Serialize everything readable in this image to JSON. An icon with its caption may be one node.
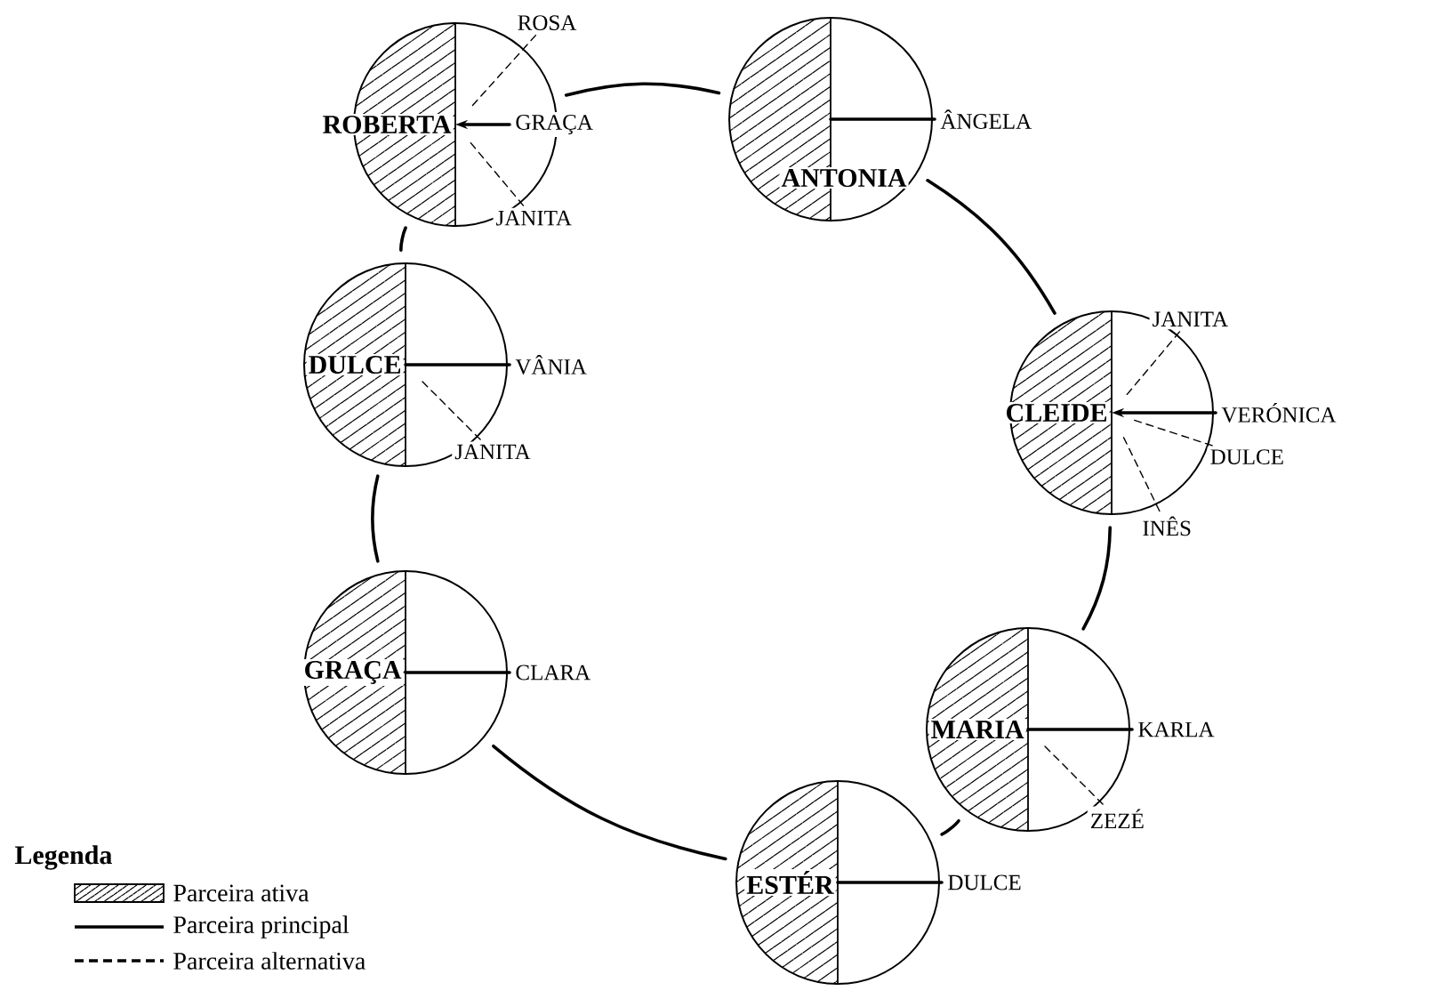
{
  "diagram": {
    "nodes": [
      {
        "text": [
          "ROBERTA"
        ]
      },
      {
        "text": [
          "ROSA"
        ]
      },
      {
        "text": [
          "GRAÇA"
        ]
      },
      {
        "text": [
          "JANITA"
        ]
      },
      {
        "text": [
          "ANTONIA"
        ]
      },
      {
        "text": [
          "ÂNGELA"
        ]
      },
      {
        "text": [
          "DULCE"
        ]
      },
      {
        "text": [
          "VÂNIA"
        ]
      },
      {
        "text": [
          "JANITA"
        ]
      },
      {
        "text": [
          "CLEIDE"
        ]
      },
      {
        "text": [
          "JANITA"
        ]
      },
      {
        "text": [
          "VERÓNICA"
        ]
      },
      {
        "text": [
          "DULCE"
        ]
      },
      {
        "text": [
          "INÊS"
        ]
      },
      {
        "text": [
          "GRAÇA"
        ]
      },
      {
        "text": [
          "CLARA"
        ]
      },
      {
        "text": [
          "MARIA"
        ]
      },
      {
        "text": [
          "KARLA"
        ]
      },
      {
        "text": [
          "ZEZÉ"
        ]
      },
      {
        "text": [
          "ESTÉR"
        ]
      },
      {
        "text": [
          "DULCE"
        ]
      }
    ],
    "edges": [
      {
        "from": 0,
        "to": 4,
        "arrow": "none"
      },
      {
        "from": 4,
        "to": 9,
        "arrow": "none"
      },
      {
        "from": 9,
        "to": 16,
        "arrow": "none"
      },
      {
        "from": 16,
        "to": 19,
        "arrow": "none"
      },
      {
        "from": 19,
        "to": 14,
        "arrow": "none"
      },
      {
        "from": 14,
        "to": 6,
        "arrow": "none"
      },
      {
        "from": 6,
        "to": 0,
        "arrow": "none"
      },
      {
        "from": 1,
        "to": 0,
        "arrow": "none",
        "style": "dashed"
      },
      {
        "from": 2,
        "to": 0,
        "arrow": "to"
      },
      {
        "from": 3,
        "to": 0,
        "arrow": "none",
        "style": "dashed"
      },
      {
        "from": 5,
        "to": 4,
        "arrow": "none"
      },
      {
        "from": 7,
        "to": 6,
        "arrow": "none"
      },
      {
        "from": 8,
        "to": 6,
        "arrow": "none",
        "style": "dashed"
      },
      {
        "from": 10,
        "to": 9,
        "arrow": "none",
        "style": "dashed"
      },
      {
        "from": 11,
        "to": 9,
        "arrow": "to"
      },
      {
        "from": 12,
        "to": 9,
        "arrow": "none",
        "style": "dashed"
      },
      {
        "from": 13,
        "to": 9,
        "arrow": "none",
        "style": "dashed"
      },
      {
        "from": 15,
        "to": 14,
        "arrow": "none"
      },
      {
        "from": 17,
        "to": 16,
        "arrow": "none"
      },
      {
        "from": 18,
        "to": 16,
        "arrow": "none",
        "style": "dashed"
      },
      {
        "from": 20,
        "to": 19,
        "arrow": "none"
      }
    ],
    "labels": [
      "Legenda"
    ],
    "legend": [
      {
        "text": "Parceira ativa"
      },
      {
        "text": "Parceira principal"
      },
      {
        "text": "Parceira alternativa"
      }
    ]
  }
}
